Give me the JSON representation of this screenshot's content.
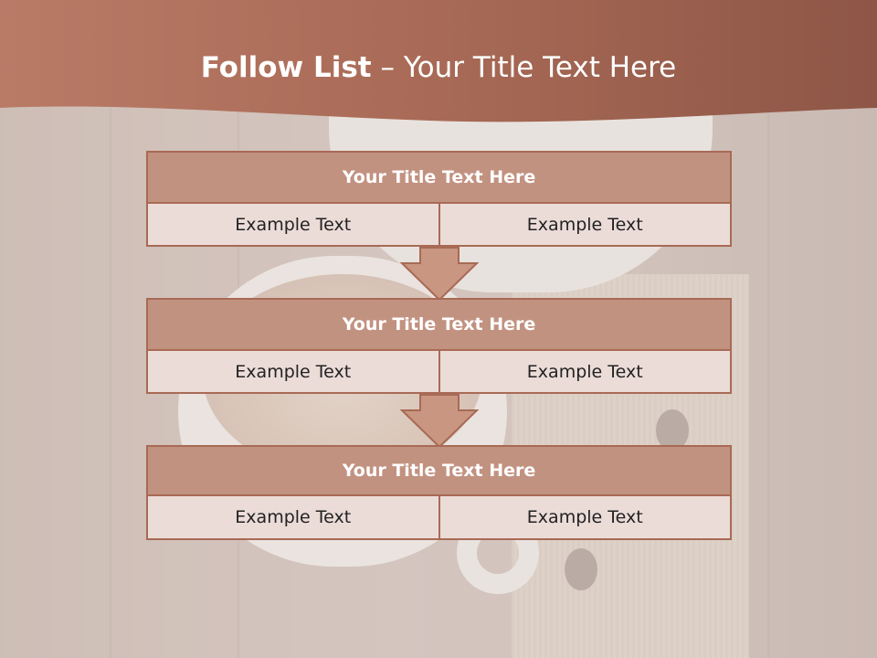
{
  "slide": {
    "title_bold": "Follow List",
    "title_rest": " – Your Title Text Here"
  },
  "steps": [
    {
      "title": "Your Title Text Here",
      "left": "Example Text",
      "right": "Example Text"
    },
    {
      "title": "Your Title Text Here",
      "left": "Example Text",
      "right": "Example Text"
    },
    {
      "title": "Your Title Text Here",
      "left": "Example Text",
      "right": "Example Text"
    }
  ],
  "colors": {
    "header_band": "#a56653",
    "block_title": "#c29281",
    "block_cell": "#ecdcd8",
    "border": "#a86a55",
    "arrow_fill": "#c99682"
  }
}
